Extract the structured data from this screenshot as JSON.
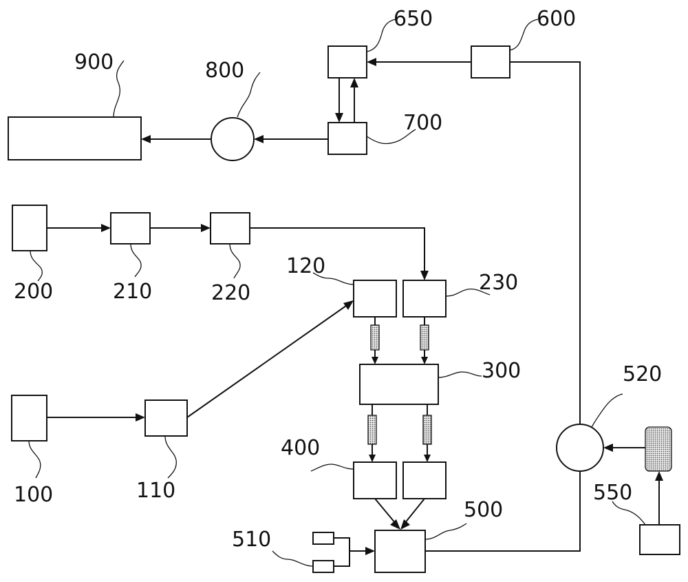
{
  "colors": {
    "line": "#111111",
    "background": "#ffffff",
    "hatch_fill": "#a8a8a8"
  },
  "labels": {
    "n900": "900",
    "n800": "800",
    "n650": "650",
    "n600": "600",
    "n700": "700",
    "n200": "200",
    "n210": "210",
    "n220": "220",
    "n120": "120",
    "n230": "230",
    "n300": "300",
    "n100": "100",
    "n110": "110",
    "n520": "520",
    "n400": "400",
    "n550": "550",
    "n500": "500",
    "n510": "510"
  }
}
